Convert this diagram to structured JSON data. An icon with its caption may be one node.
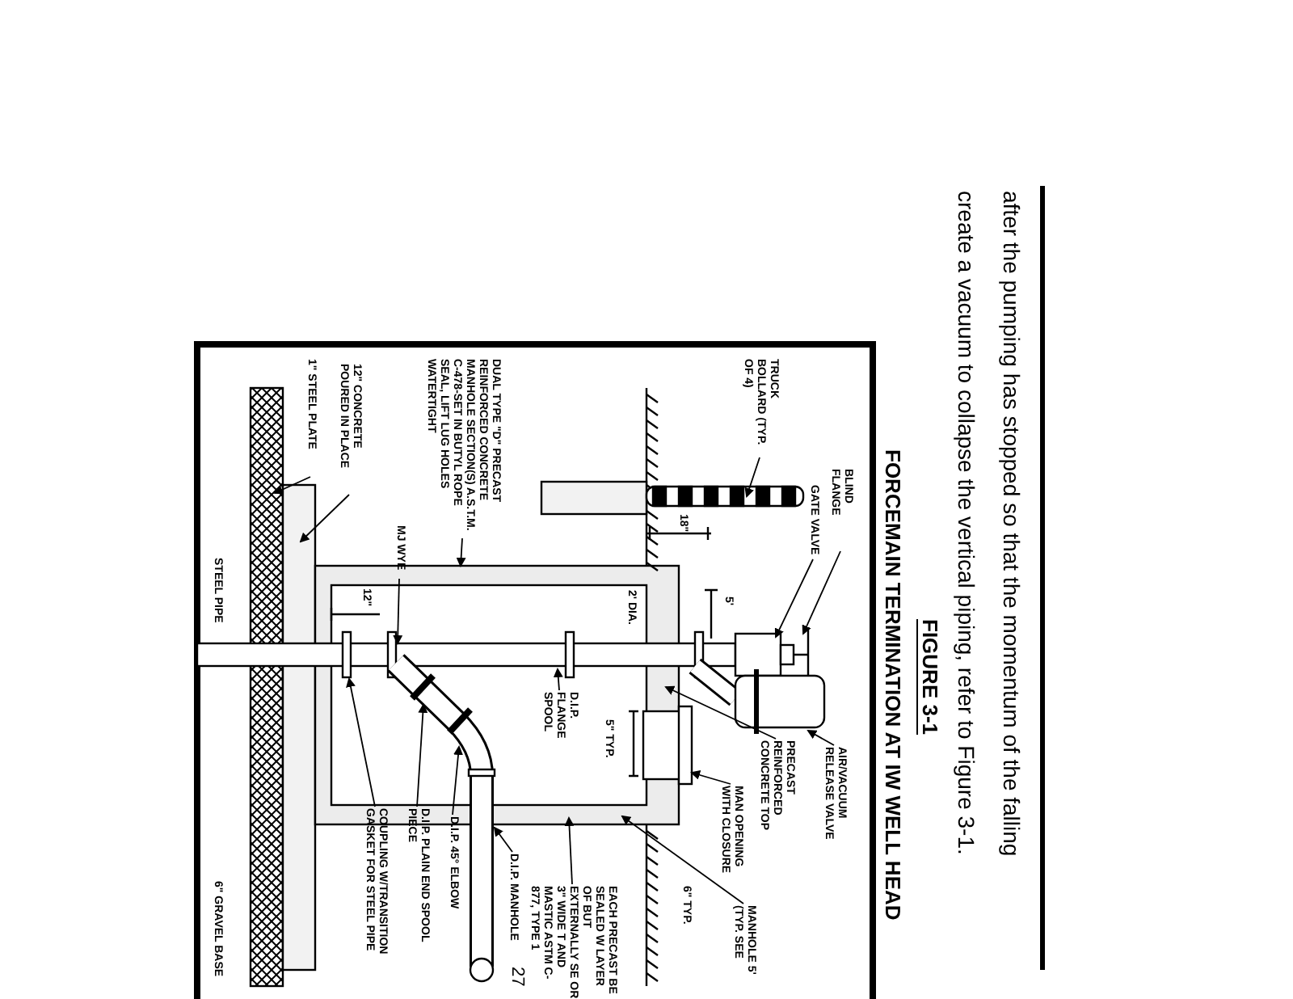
{
  "diagram": {
    "title": "FORCEMAIN TERMINATION AT IW WELL HEAD",
    "nodes": [
      {
        "text": [
          "TRUCK BOLLARD (TYP. OF 4)"
        ]
      },
      {
        "text": [
          "BLIND FLANGE"
        ]
      },
      {
        "text": [
          "GATE VALVE"
        ]
      },
      {
        "text": [
          "AIR/VACUUM RELEASE VALVE"
        ]
      },
      {
        "text": [
          "PRECAST REINFORCED CONCRETE TOP"
        ]
      },
      {
        "text": [
          "MAN OPENING WITH CLOSURE"
        ]
      },
      {
        "text": [
          "MANHOLE 5' (TYP. SEE"
        ]
      },
      {
        "text": [
          "EACH PRECAST BE SEALED W LAYER OF BUT EXTERNALLY SE OR 3\" WIDE T AND MASTIC ASTM C-877, TYPE 1"
        ]
      },
      {
        "text": [
          "D.I.P. FLANGE SPOOL"
        ]
      },
      {
        "text": [
          "D.I.P. MANHOLE"
        ]
      },
      {
        "text": [
          "D.I.P. 45° ELBOW"
        ]
      },
      {
        "text": [
          "D.I.P. PLAIN END SPOOL PIECE"
        ]
      },
      {
        "text": [
          "COUPLING W/TRANSITION GASKET FOR STEEL PIPE"
        ]
      },
      {
        "text": [
          "MJ WYE"
        ]
      },
      {
        "text": [
          "DUAL TYPE \"D\" PRECAST REINFORCED CONCRETE MANHOLE SECTION(S) A.S.T.M. C-478-SET IN BUTYL ROPE SEAL, LIFT LUG HOLES WATERTIGHT"
        ]
      },
      {
        "text": [
          "12\" CONCRETE POURED IN PLACE"
        ]
      },
      {
        "text": [
          "1\" STEEL PLATE"
        ]
      }
    ],
    "edges": [
      {
        "from": 0,
        "to": null,
        "arrow": "to"
      },
      {
        "from": 1,
        "to": null,
        "arrow": "to"
      },
      {
        "from": 2,
        "to": null,
        "arrow": "to"
      },
      {
        "from": 3,
        "to": null,
        "arrow": "to"
      },
      {
        "from": 4,
        "to": null,
        "arrow": "to"
      },
      {
        "from": 5,
        "to": null,
        "arrow": "to"
      },
      {
        "from": 6,
        "to": null,
        "arrow": "to"
      },
      {
        "from": 7,
        "to": null,
        "arrow": "to"
      },
      {
        "from": 8,
        "to": null,
        "arrow": "to"
      },
      {
        "from": 9,
        "to": null,
        "arrow": "to"
      },
      {
        "from": 10,
        "to": null,
        "arrow": "to"
      },
      {
        "from": 11,
        "to": null,
        "arrow": "to"
      },
      {
        "from": 12,
        "to": null,
        "arrow": "to"
      },
      {
        "from": 13,
        "to": null,
        "arrow": "to"
      },
      {
        "from": 14,
        "to": null,
        "arrow": "to"
      },
      {
        "from": 15,
        "to": null,
        "arrow": "to"
      },
      {
        "from": 16,
        "to": null,
        "arrow": "to"
      }
    ],
    "labels": [
      "after the pumping has stopped so that the momentum of the falling create a vacuum to collapse the vertical piping, refer to Figure 3-1.",
      "FIGURE 3-1",
      "18\"",
      "5'",
      "2' DIA.",
      "6\" TYP.",
      "5\" TYP.",
      "12\"",
      "STEEL PIPE",
      "6\" GRAVEL BASE",
      "27"
    ]
  }
}
